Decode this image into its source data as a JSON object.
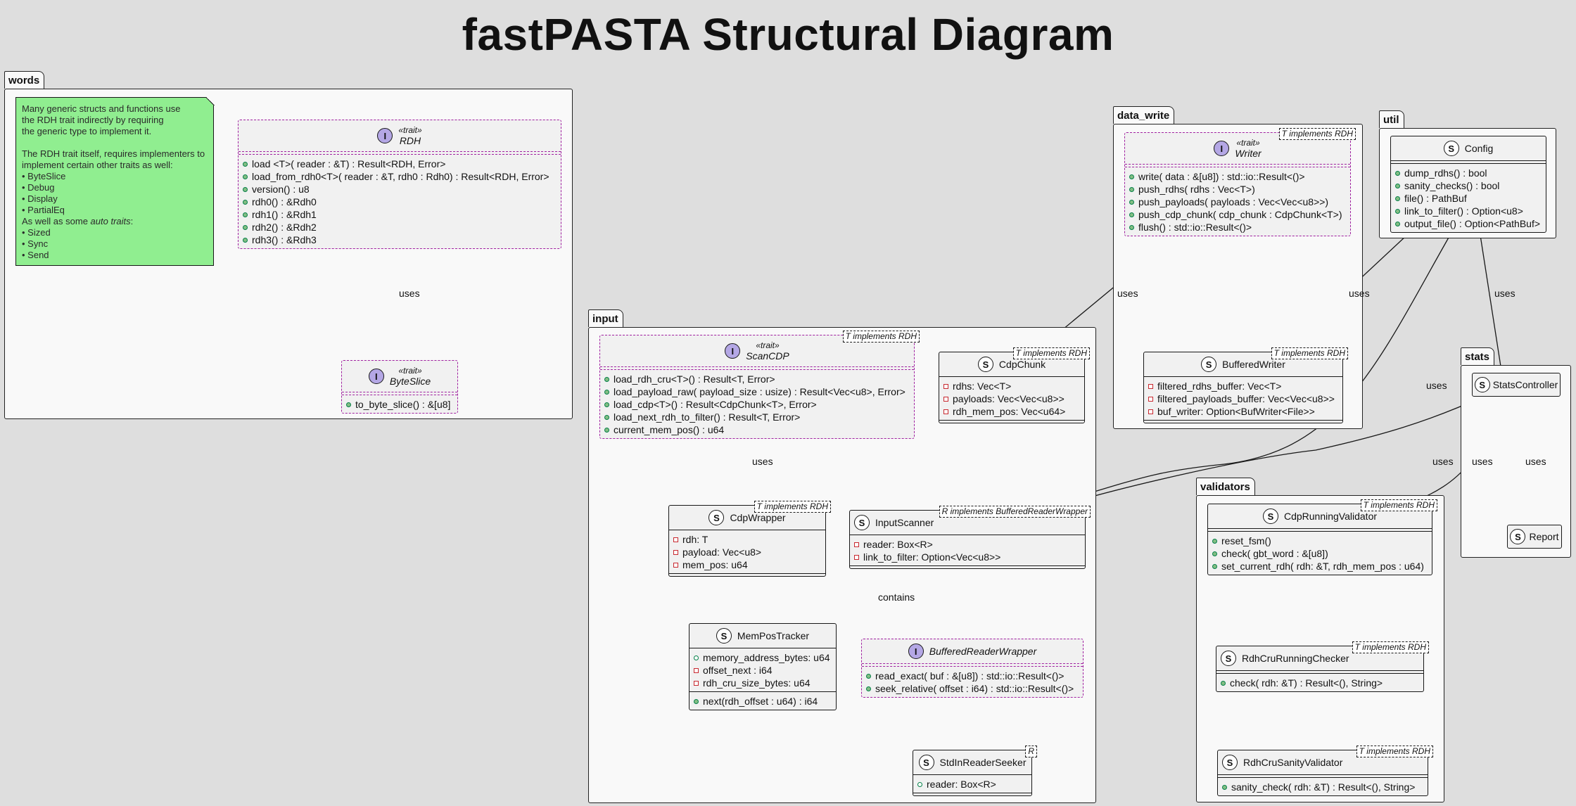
{
  "title": "fastPASTA Structural Diagram",
  "packages": {
    "words": "words",
    "data_write": "data_write",
    "util": "util",
    "input": "input",
    "stats": "stats",
    "validators": "validators"
  },
  "note": {
    "lines1": [
      "Many generic structs and functions use",
      "the RDH trait indirectly by requiring",
      "the generic type to implement it."
    ],
    "lines2": [
      "The RDH trait itself, requires implementers to",
      "implement certain other traits as well:",
      "• ByteSlice",
      "• Debug",
      "• Display",
      "• PartialEq"
    ],
    "auto_prefix": "As well as some ",
    "auto_em": "auto traits",
    "auto_suffix": ":",
    "lines3": [
      "• Sized",
      "• Sync",
      "• Send"
    ]
  },
  "classes": {
    "rdh": {
      "stereotype": "«trait»",
      "name": "RDH",
      "methods": [
        "load <T>( reader : &T) : Result<RDH, Error>",
        "load_from_rdh0<T>( reader : &T, rdh0 : Rdh0) : Result<RDH, Error>",
        "version() : u8",
        "rdh0() : &Rdh0",
        "rdh1() : &Rdh1",
        "rdh2() : &Rdh2",
        "rdh3() : &Rdh3"
      ]
    },
    "byteslice": {
      "stereotype": "«trait»",
      "name": "ByteSlice",
      "methods": [
        "to_byte_slice() : &[u8]"
      ]
    },
    "writer": {
      "stereotype": "«trait»",
      "name": "Writer",
      "tparam": "T implements RDH",
      "methods": [
        "write( data : &[u8]) : std::io::Result<()>",
        "push_rdhs( rdhs : Vec<T>)",
        "push_payloads( payloads : Vec<Vec<u8>>)",
        "push_cdp_chunk( cdp_chunk : CdpChunk<T>)",
        "flush() : std::io::Result<()>"
      ]
    },
    "bufferedwriter": {
      "name": "BufferedWriter",
      "tparam": "T implements RDH",
      "fields": [
        "filtered_rdhs_buffer: Vec<T>",
        "filtered_payloads_buffer: Vec<Vec<u8>>",
        "buf_writer: Option<BufWriter<File>>"
      ]
    },
    "config": {
      "name": "Config",
      "methods": [
        "dump_rdhs() : bool",
        "sanity_checks() : bool",
        "file() : PathBuf",
        "link_to_filter() : Option<u8>",
        "output_file() : Option<PathBuf>"
      ]
    },
    "scancdp": {
      "stereotype": "«trait»",
      "name": "ScanCDP",
      "tparam": "T implements RDH",
      "methods": [
        "load_rdh_cru<T>() : Result<T, Error>",
        "load_payload_raw( payload_size : usize) : Result<Vec<u8>, Error>",
        "load_cdp<T>() : Result<CdpChunk<T>, Error>",
        "load_next_rdh_to_filter() : Result<T, Error>",
        "current_mem_pos() : u64"
      ]
    },
    "cdpchunk": {
      "name": "CdpChunk",
      "tparam": "T implements RDH",
      "fields": [
        "rdhs: Vec<T>",
        "payloads: Vec<Vec<u8>>",
        "rdh_mem_pos: Vec<u64>"
      ]
    },
    "cdpwrapper": {
      "name": "CdpWrapper",
      "tparam": "T implements RDH",
      "fields": [
        "rdh: T",
        "payload: Vec<u8>",
        "mem_pos: u64"
      ]
    },
    "inputscanner": {
      "name": "InputScanner",
      "tparam": "R implements BufferedReaderWrapper",
      "fields": [
        "reader: Box<R>",
        "link_to_filter: Option<Vec<u8>>"
      ]
    },
    "mempostracker": {
      "name": "MemPosTracker",
      "fields": [
        "memory_address_bytes: u64",
        "offset_next : i64",
        "rdh_cru_size_bytes: u64"
      ],
      "methods": [
        "next(rdh_offset : u64) : i64"
      ]
    },
    "bufferedreaderwrapper": {
      "name": "BufferedReaderWrapper",
      "methods": [
        "read_exact( buf : &[u8]) : std::io::Result<()>",
        "seek_relative( offset : i64) : std::io::Result<()>"
      ]
    },
    "stdinreaderseeker": {
      "name": "StdInReaderSeeker",
      "tparam": "R",
      "fields": [
        "reader: Box<R>"
      ]
    },
    "statscontroller": {
      "name": "StatsController"
    },
    "report": {
      "name": "Report"
    },
    "cdprunningvalidator": {
      "name": "CdpRunningValidator",
      "tparam": "T implements RDH",
      "methods": [
        "reset_fsm()",
        "check( gbt_word : &[u8])",
        "set_current_rdh( rdh: &T, rdh_mem_pos : u64)"
      ]
    },
    "rdhcrurunningchecker": {
      "name": "RdhCruRunningChecker",
      "tparam": "T implements RDH",
      "methods": [
        "check( rdh: &T) : Result<(), String>"
      ]
    },
    "rdhcrusanityvalidator": {
      "name": "RdhCruSanityValidator",
      "tparam": "T implements RDH",
      "methods": [
        "sanity_check( rdh: &T) : Result<(), String>"
      ]
    }
  },
  "edge_labels": {
    "rdh_byteslice": "uses",
    "writer_cdpchunk": "uses",
    "bufferedwriter_config": "uses",
    "stats_config": "uses",
    "inputscanner_config": "uses",
    "scancdp_cdpwrapper": "uses",
    "mempostracker_inputscanner": "contains",
    "inputscanner_stats": "uses",
    "cdprunningvalidator_stats": "uses",
    "stats_report": "uses"
  }
}
